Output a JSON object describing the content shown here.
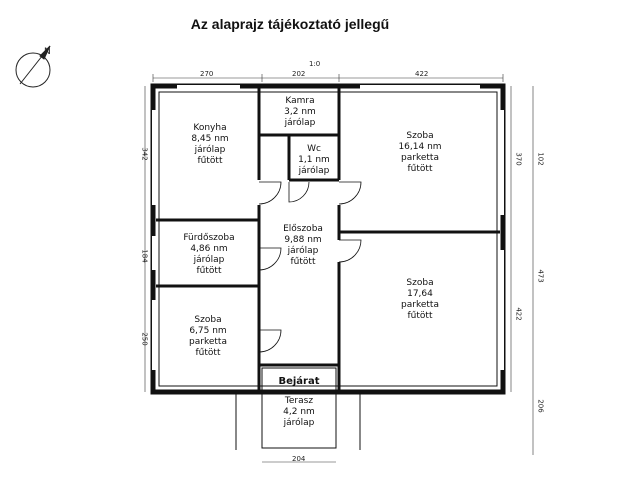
{
  "title": "Az alaprajz tájékoztató jellegű",
  "scale": "1:0",
  "rooms": [
    {
      "id": "konyha",
      "lines": [
        "Konyha",
        "8,45 nm",
        "járólap",
        "fűtött"
      ]
    },
    {
      "id": "kamra",
      "lines": [
        "Kamra",
        "3,2 nm",
        "járólap"
      ]
    },
    {
      "id": "wc",
      "lines": [
        "Wc",
        "1,1 nm",
        "járólap"
      ]
    },
    {
      "id": "szoba1",
      "lines": [
        "Szoba",
        "16,14 nm",
        "parketta",
        "fűtött"
      ]
    },
    {
      "id": "furdo",
      "lines": [
        "Fürdőszoba",
        "4,86 nm",
        "járólap",
        "fűtött"
      ]
    },
    {
      "id": "eloszoba",
      "lines": [
        "Előszoba",
        "9,88 nm",
        "járólap",
        "fűtött"
      ]
    },
    {
      "id": "szoba2",
      "lines": [
        "Szoba",
        "17,64",
        "parketta",
        "fűtött"
      ]
    },
    {
      "id": "szoba3",
      "lines": [
        "Szoba",
        "6,75 nm",
        "parketta",
        "fűtött"
      ]
    },
    {
      "id": "terasz",
      "lines": [
        "Terasz",
        "4,2 nm",
        "járólap"
      ]
    }
  ],
  "entrance": "Bejárat",
  "dimensions": {
    "top": [
      "270",
      "202",
      "422"
    ],
    "left": [
      "342",
      "184",
      "250"
    ],
    "right_inner": [
      "370",
      "422"
    ],
    "right_outer": [
      "102",
      "473",
      "206"
    ],
    "bottom": "204"
  }
}
